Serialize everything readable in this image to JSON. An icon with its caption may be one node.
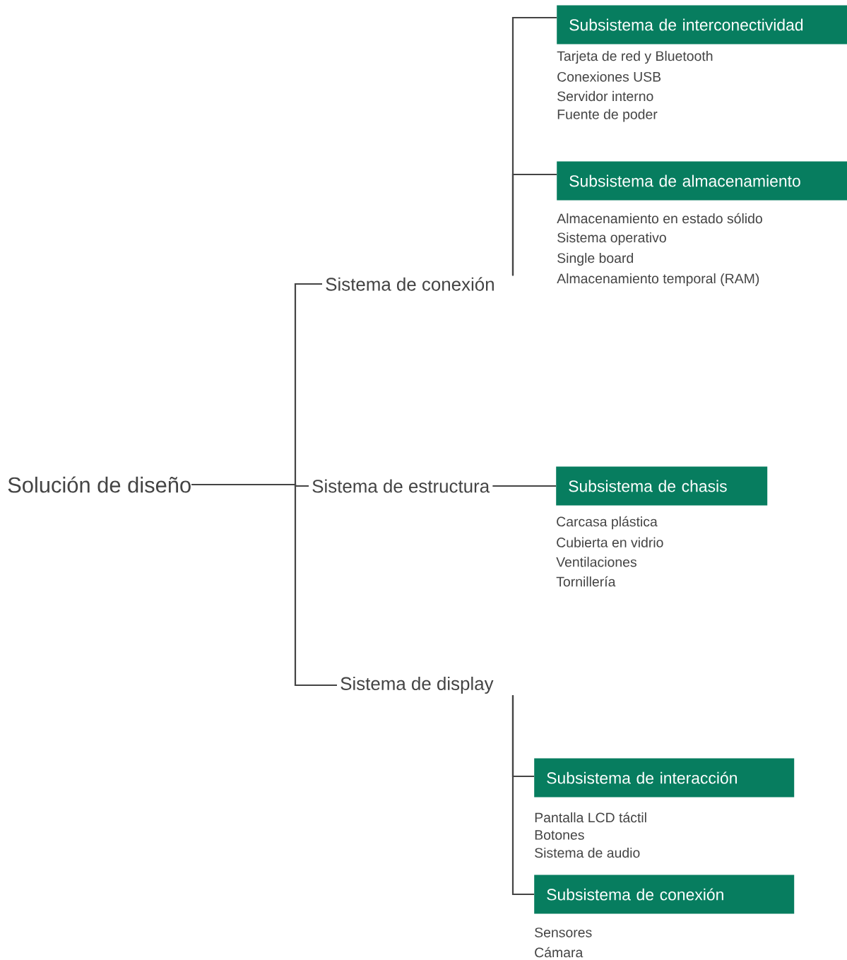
{
  "diagram": {
    "nodes": [
      {
        "text": [
          "Solución de diseño"
        ]
      },
      {
        "text": [
          "Sistema de conexión"
        ]
      },
      {
        "text": [
          "Sistema de estructura"
        ]
      },
      {
        "text": [
          "Sistema de display"
        ]
      },
      {
        "text": [
          "Subsistema de interconectividad"
        ],
        "beside": [
          "Tarjeta de red y Bluetooth",
          "Conexiones USB",
          "Servidor interno",
          "Fuente de poder"
        ]
      },
      {
        "text": [
          "Subsistema de almacenamiento"
        ],
        "beside": [
          "Almacenamiento en estado sólido",
          "Sistema operativo",
          "Single board",
          "Almacenamiento temporal (RAM)"
        ]
      },
      {
        "text": [
          "Subsistema de chasis"
        ],
        "beside": [
          "Carcasa plástica",
          "Cubierta en vidrio",
          "Ventilaciones",
          "Tornillería"
        ]
      },
      {
        "text": [
          "Subsistema de interacción"
        ],
        "beside": [
          "Pantalla LCD táctil",
          "Botones",
          "Sistema de audio"
        ]
      },
      {
        "text": [
          "Subsistema de conexión"
        ],
        "beside": [
          "Sensores",
          "Cámara"
        ]
      }
    ],
    "edges": [
      {
        "from": 0,
        "to": 1,
        "arrow": "none"
      },
      {
        "from": 0,
        "to": 2,
        "arrow": "none"
      },
      {
        "from": 0,
        "to": 3,
        "arrow": "none"
      },
      {
        "from": 1,
        "to": 4,
        "arrow": "none"
      },
      {
        "from": 1,
        "to": 5,
        "arrow": "none"
      },
      {
        "from": 2,
        "to": 6,
        "arrow": "none"
      },
      {
        "from": 3,
        "to": 7,
        "arrow": "none"
      },
      {
        "from": 3,
        "to": 8,
        "arrow": "none"
      }
    ]
  }
}
